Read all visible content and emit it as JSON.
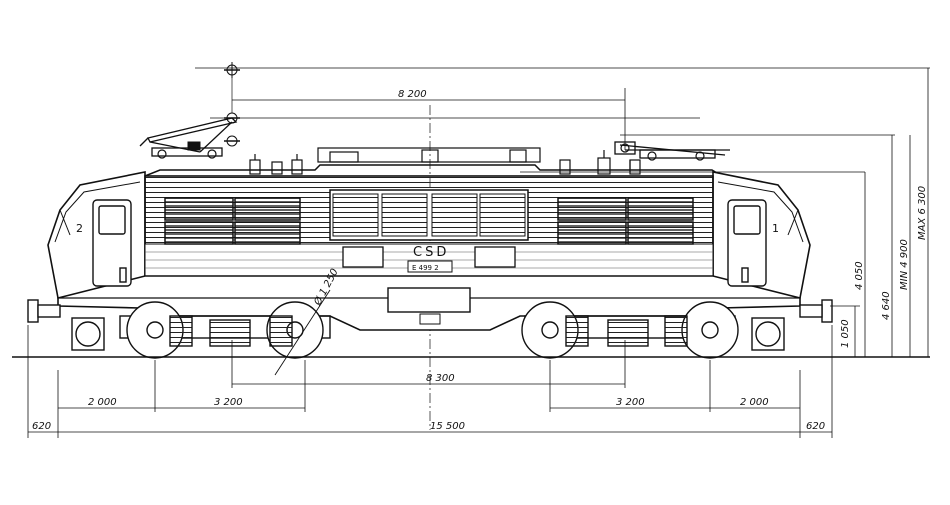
{
  "drawing": {
    "lettering": "CSD",
    "number_plate": "E 499 2",
    "cab_labels": [
      "2",
      "1"
    ],
    "wheel_diameter": "Ø 1 250",
    "dims": {
      "pantograph_spacing": "8 200",
      "bogie_centres": "8 300",
      "axle_left": "3 200",
      "overhang_left": "2 000",
      "axle_right": "3 200",
      "overhang_right": "2 000",
      "length": "15 500",
      "buffer_left": "620",
      "buffer_right": "620"
    },
    "heights": {
      "buffer": "1 050",
      "body": "4 050",
      "roof": "4 640",
      "panto_min": "MIN 4 900",
      "panto_max": "MAX 6 300"
    }
  }
}
